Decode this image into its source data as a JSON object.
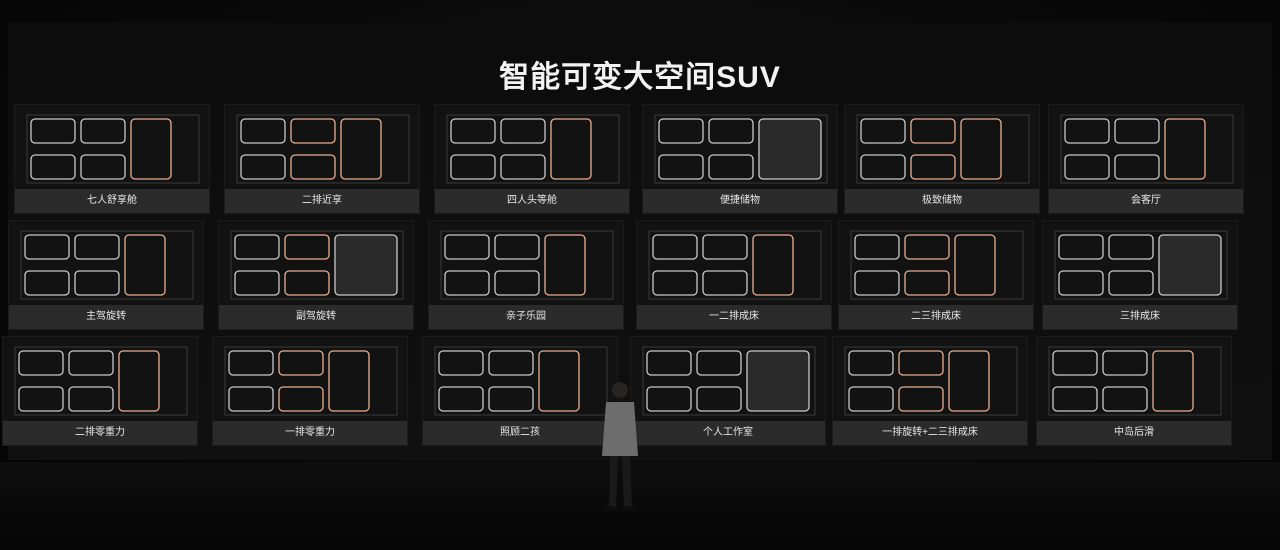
{
  "title": "智能可变大空间SUV",
  "modes": [
    {
      "label": "七人舒享舱"
    },
    {
      "label": "二排近享"
    },
    {
      "label": "四人头等舱"
    },
    {
      "label": "便捷储物"
    },
    {
      "label": "极致储物"
    },
    {
      "label": "会客厅"
    },
    {
      "label": "主驾旋转"
    },
    {
      "label": "副驾旋转"
    },
    {
      "label": "亲子乐园"
    },
    {
      "label": "一二排成床"
    },
    {
      "label": "二三排成床"
    },
    {
      "label": "三排成床"
    },
    {
      "label": "二排零重力"
    },
    {
      "label": "一排零重力"
    },
    {
      "label": "照顾二孩"
    },
    {
      "label": "个人工作室"
    },
    {
      "label": "一排旋转+二三排成床"
    },
    {
      "label": "中岛后滑"
    }
  ],
  "colors": {
    "seat_outline_grey": "#c9c9c9",
    "seat_outline_orange": "#e8b08f",
    "cargo_fill": "#2a2a2a",
    "label_bar": "#2b2b2b"
  }
}
